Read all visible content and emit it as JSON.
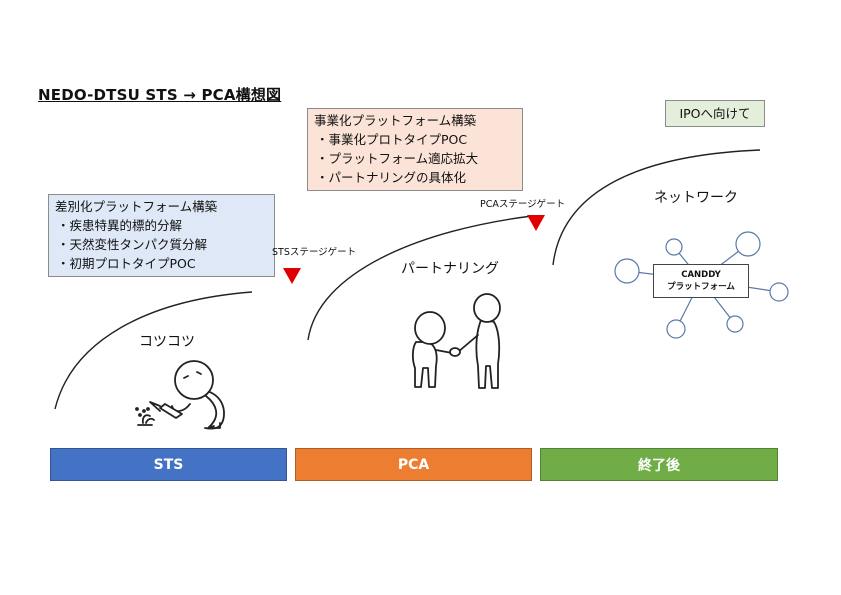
{
  "title": "NEDO-DTSU STS → PCA構想図",
  "sts_box": {
    "heading": "差別化プラットフォーム構築",
    "items": [
      "・疾患特異的標的分解",
      "・天然変性タンパク質分解",
      "・初期プロトタイプPOC"
    ]
  },
  "pca_box": {
    "heading": "事業化プラットフォーム構築",
    "items": [
      "・事業化プロトタイプPOC",
      "・プラットフォーム適応拡大",
      "・パートナリングの具体化"
    ]
  },
  "ipo_box": "IPOへ向けて",
  "gates": {
    "sts": "STSステージゲート",
    "pca": "PCAステージゲート"
  },
  "stages": {
    "kotsukotsu": "コツコツ",
    "partnering": "パートナリング",
    "network": "ネットワーク"
  },
  "network_center": [
    "CANDDY",
    "プラットフォーム"
  ],
  "phases": [
    {
      "label": "STS",
      "color": "#4472c4"
    },
    {
      "label": "PCA",
      "color": "#ed7d31"
    },
    {
      "label": "終了後",
      "color": "#70ad47"
    }
  ],
  "gate_marker_color": "#e00000"
}
